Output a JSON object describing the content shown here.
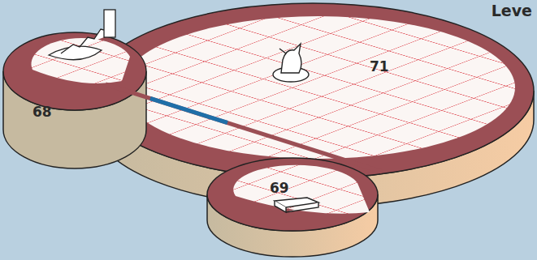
{
  "diagram": {
    "title": "Leve",
    "labels": [
      "68",
      "71",
      "69"
    ]
  }
}
